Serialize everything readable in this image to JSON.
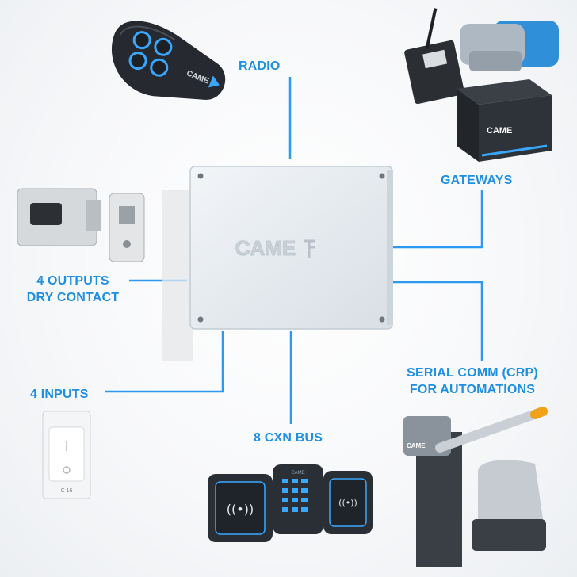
{
  "labels": {
    "radio": "RADIO",
    "gateways": "GATEWAYS",
    "outputs_line1": "4 OUTPUTS",
    "outputs_line2": "DRY CONTACT",
    "inputs": "4 INPUTS",
    "serial_line1": "SERIAL COMM (CRP)",
    "serial_line2": "FOR AUTOMATIONS",
    "bus": "8 CXN BUS"
  },
  "logos": {
    "main_box": "CAME",
    "gateway_cube": "CAME",
    "remote": "CAME",
    "barrier": "CAME",
    "keypad": "CAME"
  },
  "switch_rating": "C 16",
  "colors": {
    "accent": "#1f8fe0",
    "connector_line": "#2b9af0",
    "box_body": "#e6ebef",
    "dark_device": "#2a2f36"
  },
  "icons": {
    "remote_buttons": "circle-button-icon",
    "nfc": "contactless-icon"
  }
}
